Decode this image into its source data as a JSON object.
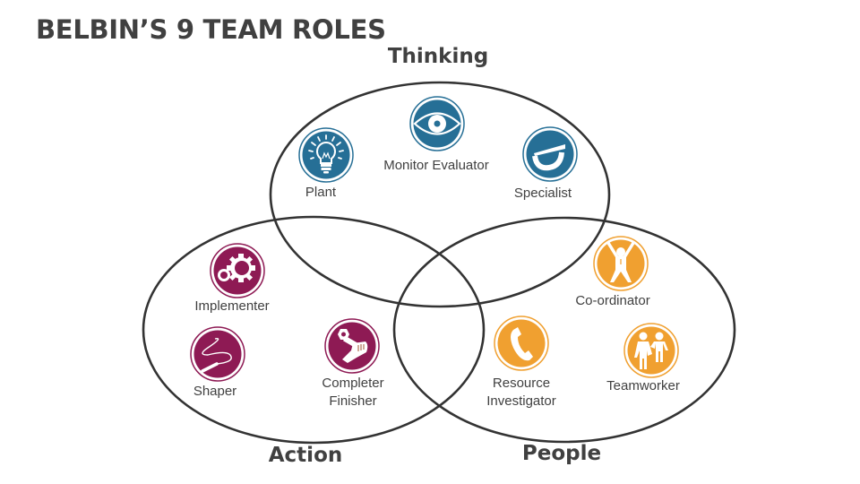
{
  "title": "BELBIN’S 9 TEAM ROLES",
  "colors": {
    "thinking": "#266f96",
    "action": "#8e1a54",
    "people": "#f0a030",
    "outline": "#333333",
    "text": "#404040"
  },
  "groups": {
    "thinking": {
      "label": "Thinking"
    },
    "action": {
      "label": "Action"
    },
    "people": {
      "label": "People"
    }
  },
  "roles": {
    "plant": {
      "label": "Plant",
      "group": "thinking",
      "icon": "lightbulb-icon"
    },
    "monitor_evaluator": {
      "label": "Monitor Evaluator",
      "group": "thinking",
      "icon": "eye-icon"
    },
    "specialist": {
      "label": "Specialist",
      "group": "thinking",
      "icon": "magnifier-icon"
    },
    "implementer": {
      "label": "Implementer",
      "group": "action",
      "icon": "gears-icon"
    },
    "shaper": {
      "label": "Shaper",
      "group": "action",
      "icon": "whip-icon"
    },
    "completer_finisher": {
      "label_line1": "Completer",
      "label_line2": "Finisher",
      "group": "action",
      "icon": "wrench-hand-icon"
    },
    "coordinator": {
      "label": "Co-ordinator",
      "group": "people",
      "icon": "cheering-person-icon"
    },
    "resource_investigator": {
      "label_line1": "Resource",
      "label_line2": "Investigator",
      "group": "people",
      "icon": "telephone-icon"
    },
    "teamworker": {
      "label": "Teamworker",
      "group": "people",
      "icon": "two-people-icon"
    }
  }
}
